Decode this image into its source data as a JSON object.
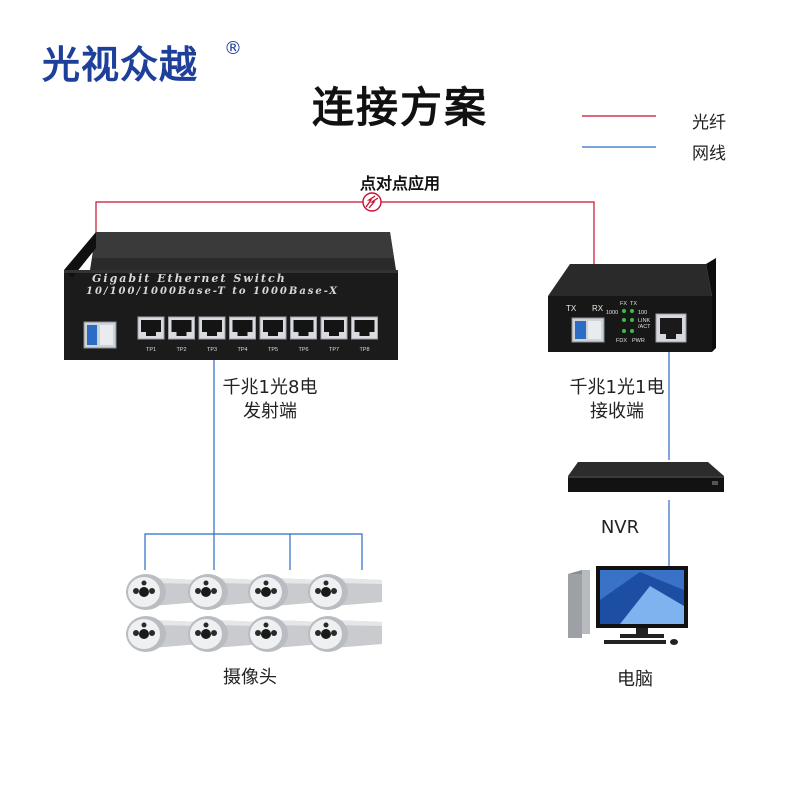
{
  "brand": {
    "name": "光视众越",
    "registered": "®"
  },
  "title": "连接方案",
  "legend": {
    "fiber_label": "光纤",
    "network_label": "网线",
    "fiber_color": "#c8102e",
    "network_color": "#2b6cc4"
  },
  "connection_label": "点对点应用",
  "switch": {
    "header": "Gigabit Ethernet Switch",
    "subheader": "10/100/1000Base-T to 1000Base-X",
    "ports": [
      "TP1",
      "TP2",
      "TP3",
      "TP4",
      "TP5",
      "TP6",
      "TP7",
      "TP8"
    ],
    "caption_line1": "千兆1光8电",
    "caption_line2": "发射端"
  },
  "converter": {
    "tx_label": "TX",
    "rx_label": "RX",
    "leds": [
      "FX",
      "TX",
      "1000",
      "100",
      "LINK",
      "/ACT",
      "FDX",
      "PWR"
    ],
    "caption_line1": "千兆1光1电",
    "caption_line2": "接收端"
  },
  "nvr_label": "NVR",
  "pc_label": "电脑",
  "camera_label": "摄像头"
}
